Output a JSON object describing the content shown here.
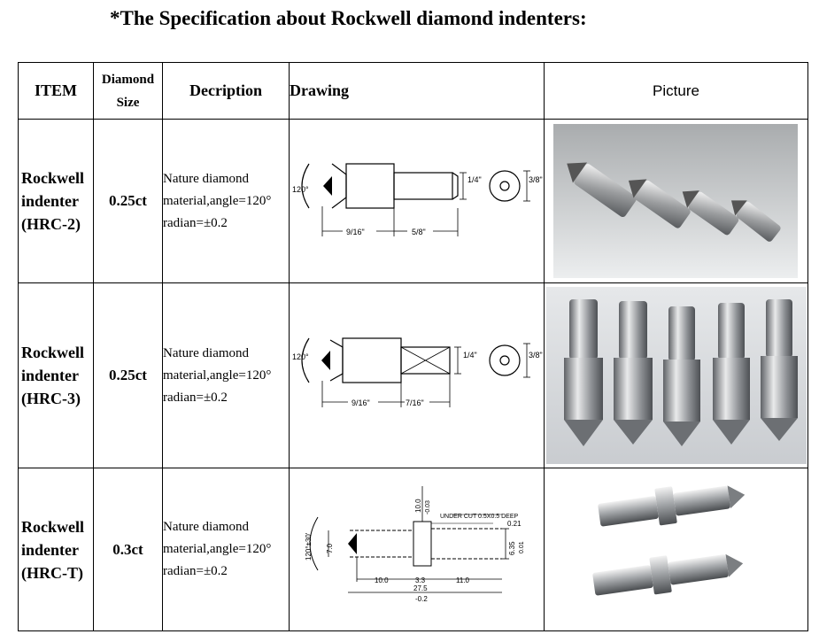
{
  "title": "*The Specification about Rockwell diamond indenters:",
  "headers": {
    "item": "ITEM",
    "size_line1": "Diamond",
    "size_line2": "Size",
    "description": "Decription",
    "drawing": "Drawing",
    "picture": "Picture"
  },
  "rows": [
    {
      "item_line1": "Rockwell",
      "item_line2": "indenter",
      "item_line3": "(HRC-2)",
      "size": "0.25ct",
      "desc_line1": "Nature diamond",
      "desc_line2": "material,angle=120°",
      "desc_line3": "radian=±0.2",
      "drawing": {
        "angle": "120°",
        "dim_left": "9/16\"",
        "dim_right": "5/8\"",
        "dim_shank": "1/4\"",
        "dim_end": "3/8\""
      }
    },
    {
      "item_line1": "Rockwell",
      "item_line2": "indenter",
      "item_line3": "(HRC-3)",
      "size": "0.25ct",
      "desc_line1": "Nature diamond",
      "desc_line2": "material,angle=120°",
      "desc_line3": "radian=±0.2",
      "drawing": {
        "angle": "120°",
        "dim_left": "9/16\"",
        "dim_right": "7/16\"",
        "dim_shank": "1/4\"",
        "dim_end": "3/8\""
      }
    },
    {
      "item_line1": "Rockwell",
      "item_line2": "indenter",
      "item_line3": "(HRC-T)",
      "size": "0.3ct",
      "desc_line1": "Nature diamond",
      "desc_line2": "material,angle=120°",
      "desc_line3": "radian=±0.2",
      "drawing": {
        "angle": "120°±30'",
        "dim_dia": "7.0",
        "top_dim": "10.0",
        "top_tol": "-0.03",
        "undercut": "UNDER CUT 0.5X0.5 DEEP",
        "tol_021": "0.21",
        "dim_635": "6.35",
        "tol_001": "0.01",
        "dim_10": "10.0",
        "dim_33": "3.3",
        "dim_11": "11.0",
        "dim_275": "27.5",
        "tol_02": "-0.2"
      }
    }
  ]
}
